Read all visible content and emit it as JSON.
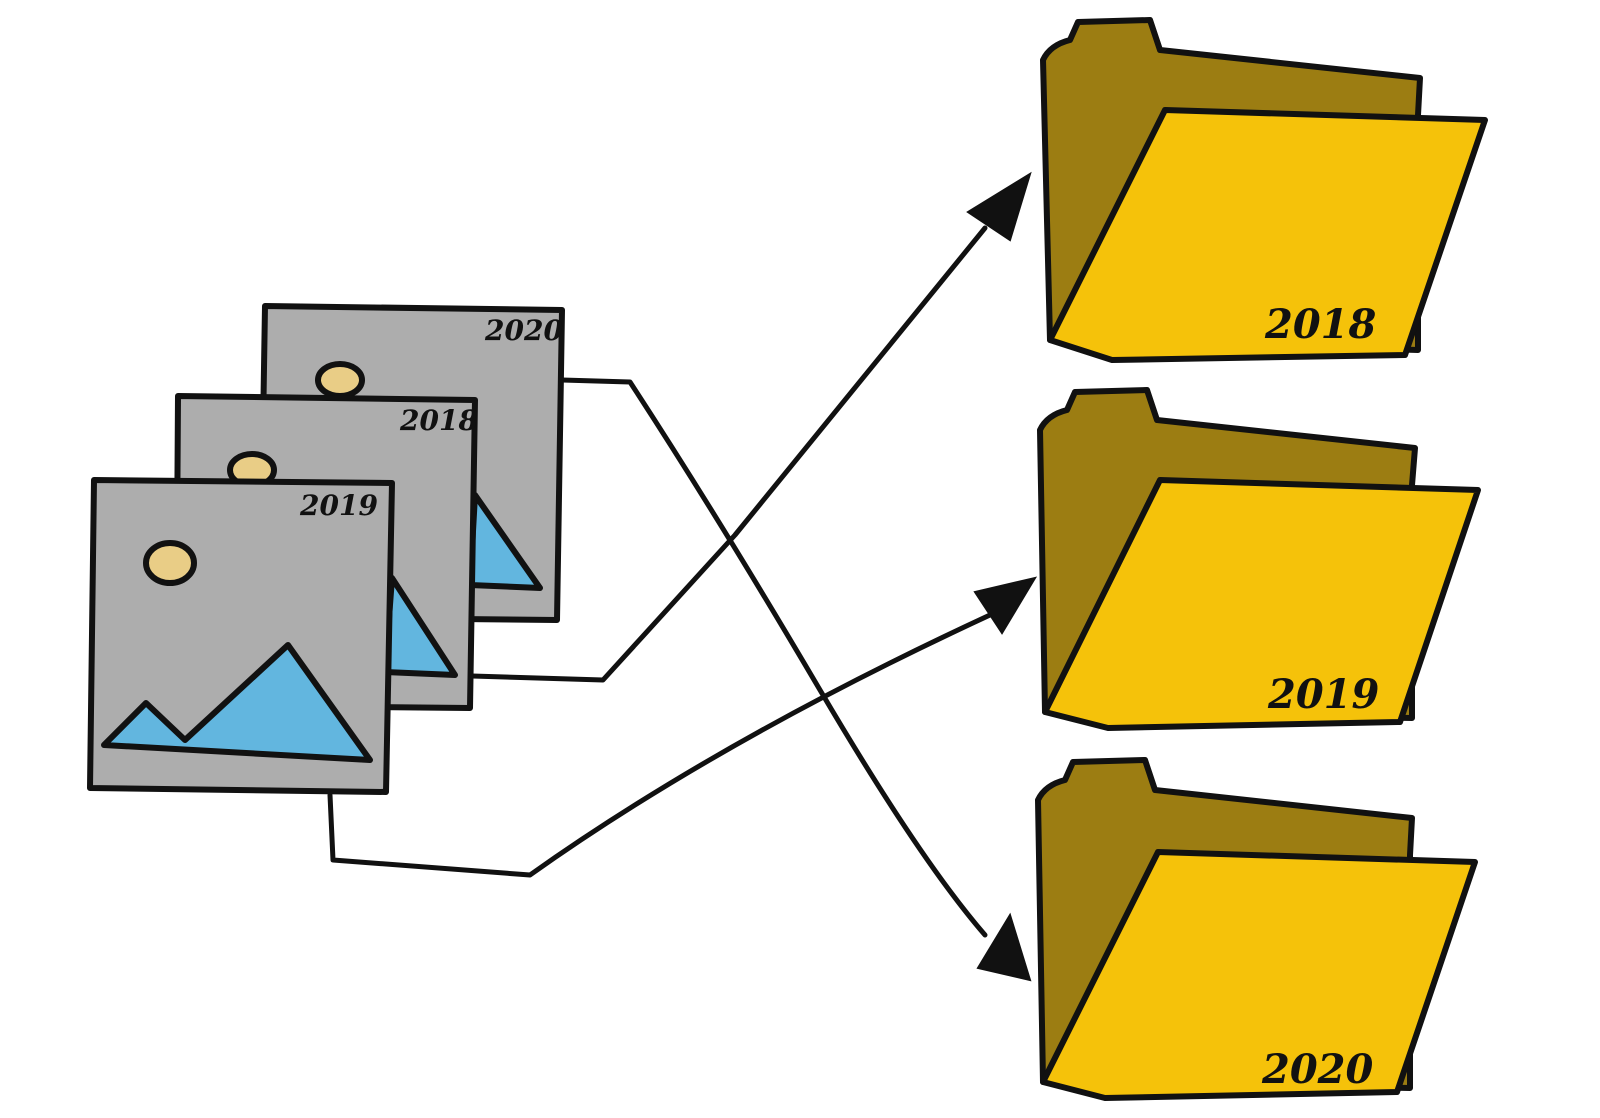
{
  "colors": {
    "photo_fill": "#adadad",
    "mountain_fill": "#62b6df",
    "sun_fill": "#e9cd86",
    "folder_back": "#9c7d12",
    "folder_front": "#f5c20a",
    "ink": "#111111",
    "background": "#ffffff"
  },
  "photos": [
    {
      "label": "2020"
    },
    {
      "label": "2018"
    },
    {
      "label": "2019"
    }
  ],
  "folders": [
    {
      "label": "2018"
    },
    {
      "label": "2019"
    },
    {
      "label": "2020"
    }
  ],
  "icons": {
    "photo": "image-file-icon",
    "folder": "folder-icon",
    "arrow": "arrow-icon"
  }
}
